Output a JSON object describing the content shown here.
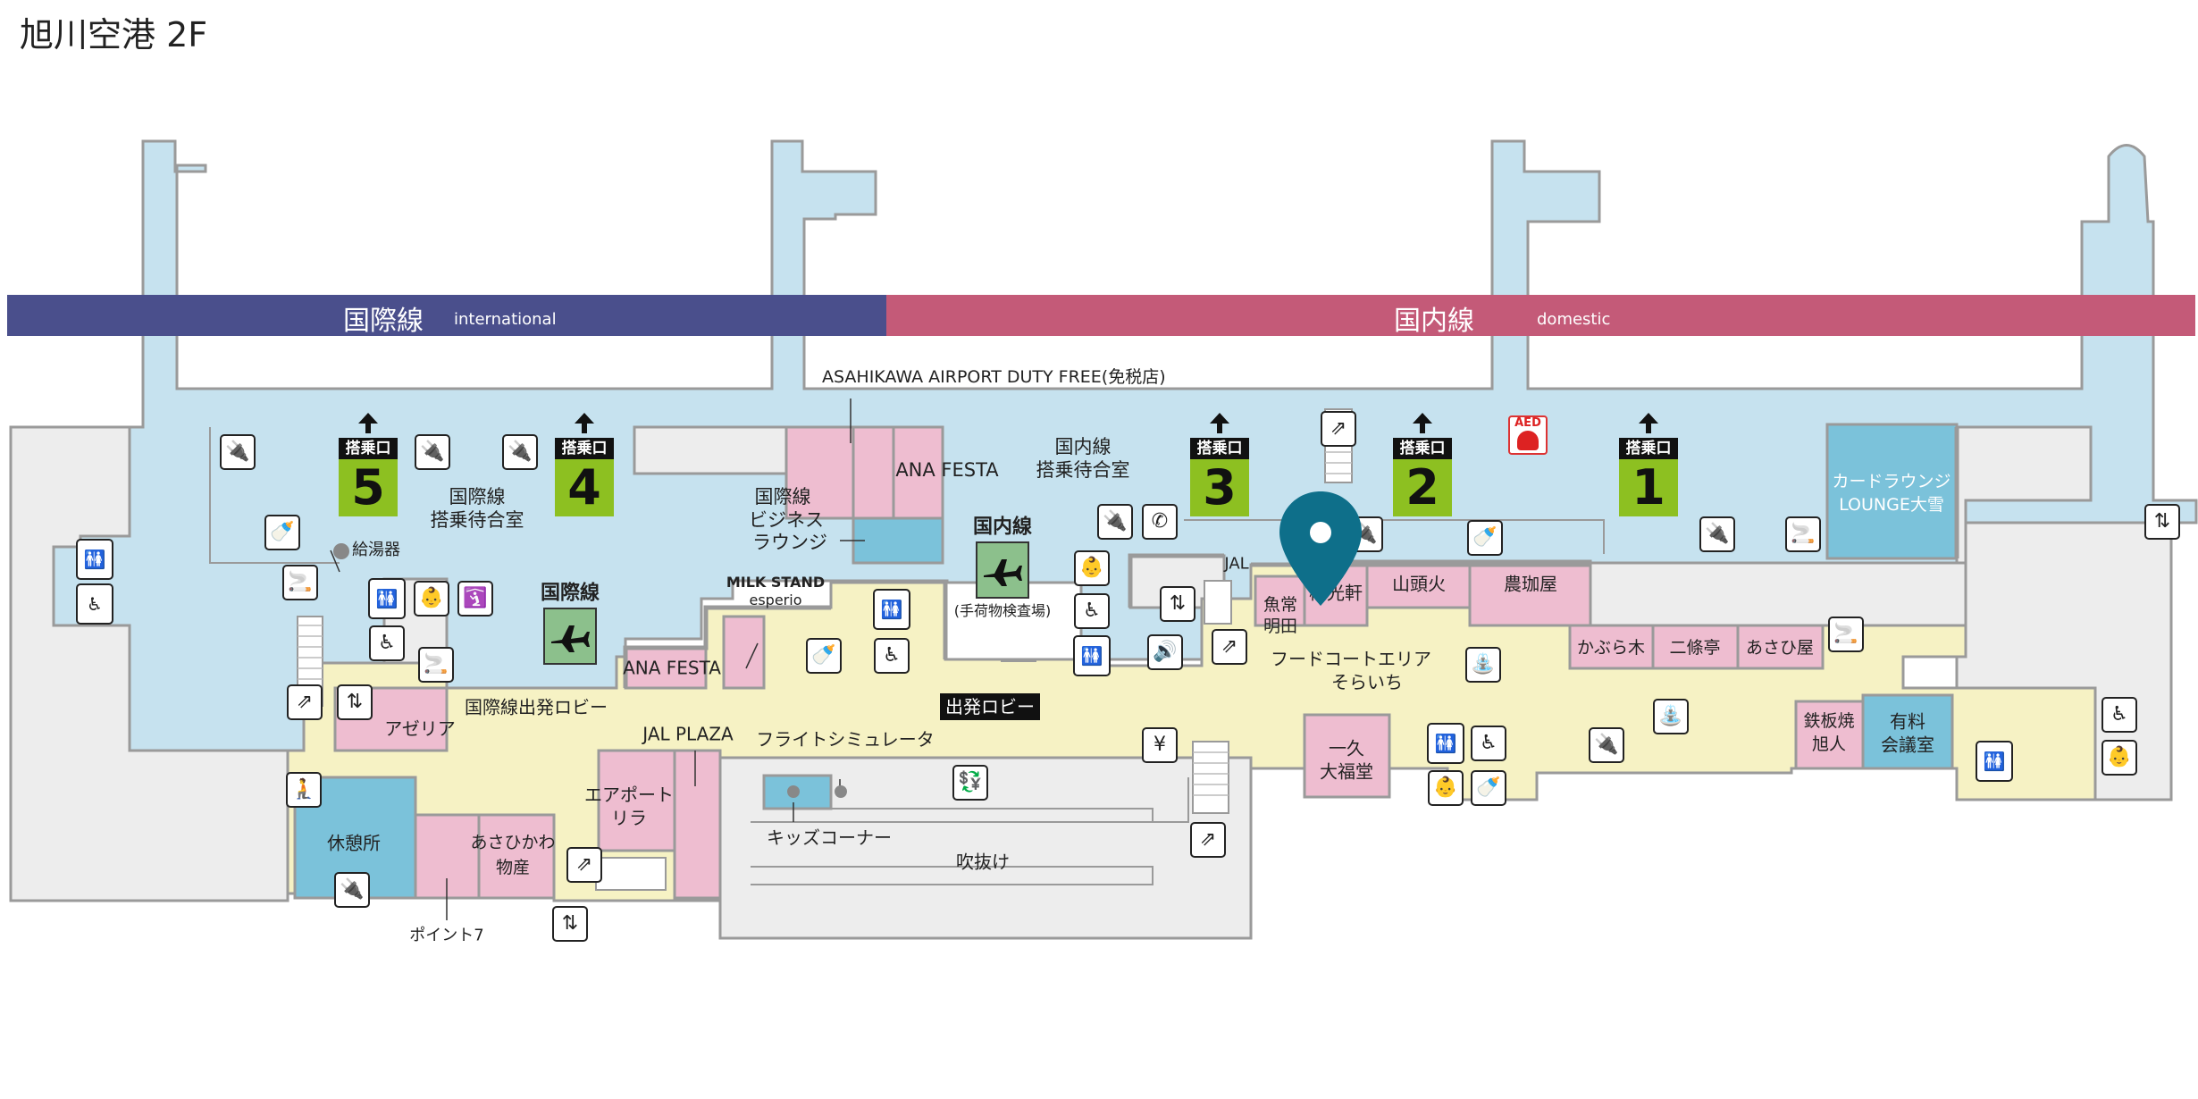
{
  "map": {
    "title": "旭川空港 2F",
    "bands": {
      "international": {
        "label": "国際線",
        "sub": "international",
        "color": "#4a4f8c"
      },
      "domestic": {
        "label": "国内線",
        "sub": "domestic",
        "color": "#c45a78"
      }
    },
    "gates": [
      {
        "label": "搭乗口",
        "number": "5"
      },
      {
        "label": "搭乗口",
        "number": "4"
      },
      {
        "label": "搭乗口",
        "number": "3"
      },
      {
        "label": "搭乗口",
        "number": "2"
      },
      {
        "label": "搭乗口",
        "number": "1"
      }
    ],
    "labels": {
      "duty_free": "ASAHIKAWA AIRPORT DUTY FREE(免税店)",
      "intl_waiting_1": "国際線",
      "intl_waiting_2": "搭乗待合室",
      "water_heater": "給湯器",
      "intl_business_1": "国際線",
      "intl_business_2": "ビジネス",
      "intl_business_3": "ラウンジ",
      "ana_festa_top": "ANA FESTA",
      "dom_waiting_1": "国内線",
      "dom_waiting_2": "搭乗待合室",
      "dom_sign": "国内線",
      "baggage": "(手荷物検査場)",
      "intl_sign": "国際線",
      "milk_1": "MILK STAND",
      "milk_2": "esperio",
      "ana_festa_bottom": "ANA FESTA",
      "intl_lobby": "国際線出発ロビー",
      "azalea": "アゼリア",
      "jal_plaza": "JAL PLAZA",
      "flight_sim": "フライトシミュレータ",
      "depart_lobby": "出発ロビー",
      "airport_lila_1": "エアポート",
      "airport_lila_2": "リラ",
      "kids": "キッズコーナー",
      "atrium": "吹抜け",
      "rest_area": "休憩所",
      "asahikawa_1": "あさひかわ",
      "asahikawa_2": "物産",
      "point7": "ポイント7",
      "jal_top": "JAL",
      "uojo_1": "魚常",
      "uojo_2": "明田",
      "baikoken": "梅光軒",
      "santouka": "山頭火",
      "nouka": "農珈屋",
      "food_court_1": "フードコートエリア",
      "food_court_2": "そらいち",
      "kaburagi": "かぶら木",
      "nijoutei": "二條亭",
      "asahiya": "あさひ屋",
      "ikkyu_1": "一久",
      "ikkyu_2": "大福堂",
      "teppan_1": "鉄板焼",
      "teppan_2": "旭人",
      "paid_room_1": "有料",
      "paid_room_2": "会議室",
      "card_lounge_1": "カードラウンジ",
      "card_lounge_2": "LOUNGE大雪"
    },
    "icons": [
      "charging-icon",
      "restroom-icon",
      "nursing-room-icon",
      "elevator-icon",
      "escalator-icon",
      "smoking-area-icon",
      "accessible-restroom-icon",
      "diaper-changing-icon",
      "prayer-room-icon",
      "phone-icon",
      "speaker-icon",
      "drinking-fountain-icon",
      "atm-icon",
      "currency-exchange-icon",
      "aed-icon"
    ],
    "colors": {
      "airside": "#c6e2ef",
      "public": "#f6f2c4",
      "shop": "#eebdd0",
      "lounge": "#7bc2da",
      "gray": "#ededed",
      "outline": "#9a9a9a",
      "gate_green": "#8dc021",
      "pin": "#0e6f8a"
    }
  }
}
